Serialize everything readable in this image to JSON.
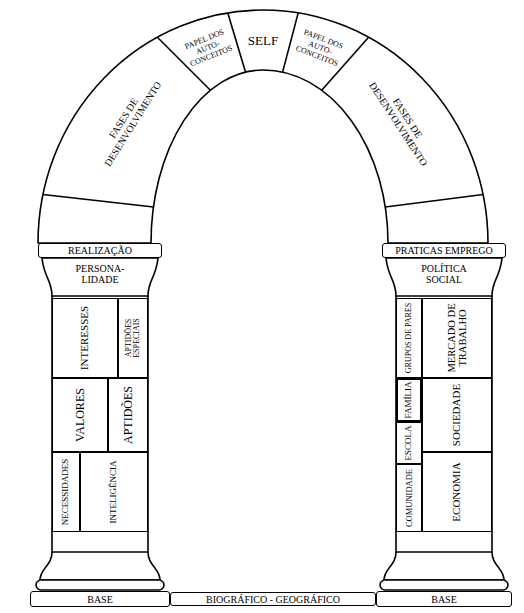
{
  "diagram": {
    "nodes": [
      {
        "text": [
          "FASES DE DESENVOLVIMENTO"
        ]
      },
      {
        "text": [
          "PAPEL DOS AUTO- CONCEITOS"
        ]
      },
      {
        "text": [
          "SELF"
        ]
      },
      {
        "text": [
          "PAPEL DOS AUTO- CONCEITOS"
        ]
      },
      {
        "text": [
          "FASES DE DESENVOLVIMENTO"
        ]
      },
      {
        "text": [
          "REALIZAÇÃO"
        ]
      },
      {
        "text": [
          "PRATICAS EMPREGO"
        ]
      },
      {
        "text": [
          "PERSONA- LIDADE"
        ]
      },
      {
        "text": [
          "INTERESSES"
        ],
        "in": 7
      },
      {
        "text": [
          "APTIDÕES ESPECIAIS"
        ],
        "in": 7
      },
      {
        "text": [
          "VALORES"
        ],
        "in": 7
      },
      {
        "text": [
          "APTIDÕES"
        ],
        "in": 7
      },
      {
        "text": [
          "NECESSIDADES"
        ],
        "in": 7
      },
      {
        "text": [
          "INTELIGÊNCIA"
        ],
        "in": 7
      },
      {
        "text": [
          "POLÍTICA SOCIAL"
        ]
      },
      {
        "text": [
          "GRUPOS DE PARES"
        ],
        "in": 14
      },
      {
        "text": [
          "MERCADO DE TRABALHO"
        ],
        "in": 14
      },
      {
        "text": [
          "FAMÍLIA"
        ],
        "in": 14
      },
      {
        "text": [
          "SOCIEDADE"
        ],
        "in": 14
      },
      {
        "text": [
          "ESCOLA"
        ],
        "in": 14
      },
      {
        "text": [
          "COMUNIDADE"
        ],
        "in": 14
      },
      {
        "text": [
          "ECONOMIA"
        ],
        "in": 14
      },
      {
        "text": [
          "BASE"
        ]
      },
      {
        "text": [
          "BIOGRÁFICO - GEOGRÁFICO"
        ]
      },
      {
        "text": [
          "BASE"
        ]
      }
    ]
  }
}
